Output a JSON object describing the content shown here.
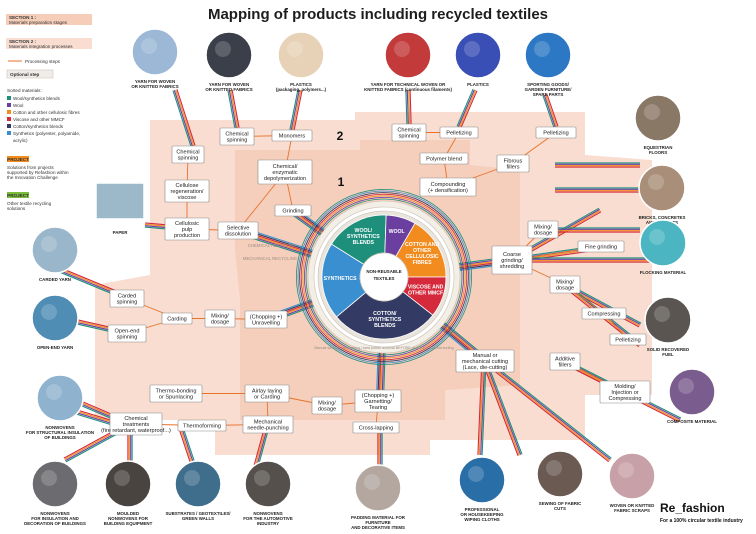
{
  "title": "Mapping of products including recycled textiles",
  "colors": {
    "wool_synth": "#1e8f7b",
    "wool": "#6b3fa0",
    "cotton": "#f28c1f",
    "viscose": "#d42a3c",
    "cotton_synth": "#333a63",
    "synthetics": "#3a8fd0",
    "section1": "#f5cdb8",
    "section2": "#f8ddd0",
    "project": "#f28c1f",
    "other_project": "#7bbd3b",
    "arrow": "#e8722a"
  },
  "legend": {
    "section1_label": "SECTION 1 :",
    "section1_text": "Materials preparation stages",
    "section2_label": "SECTION 2 :",
    "section2_text": "Materials integration processes",
    "processing_steps": "Processing steps",
    "optional_step": "Optional step",
    "sorted_materials": "Sorted materials:",
    "materials": [
      {
        "label": "Wool/synthetics blends",
        "color": "#1e8f7b"
      },
      {
        "label": "Wool",
        "color": "#6b3fa0"
      },
      {
        "label": "Cotton and other cellulosic fibres",
        "color": "#f28c1f"
      },
      {
        "label": "Viscose and other MMCF",
        "color": "#d42a3c"
      },
      {
        "label": "Cotton/synthetics blends",
        "color": "#333a63"
      },
      {
        "label": "Synthetics (polyester, polyamide,",
        "color": "#3a8fd0"
      },
      {
        "label": "acrylic)",
        "color": ""
      }
    ],
    "project_tag": "PROJECT",
    "project_lines": [
      "Solutions from projects",
      "supported by Refashion within",
      "the Innovation Challenge"
    ],
    "other_project_tag": "PROJECT",
    "other_project_lines": [
      "Other textile recycling",
      "solutions"
    ]
  },
  "wheel": {
    "center": "NON-REUSABLE TEXTILES",
    "segments": [
      {
        "label": "WOOL/ SYNTHETICS BLENDS",
        "color": "#1e8f7b"
      },
      {
        "label": "WOOL",
        "color": "#6b3fa0"
      },
      {
        "label": "COTTON AND OTHER CELLULOSIC FIBRES",
        "color": "#f28c1f"
      },
      {
        "label": "VISCOSE AND OTHER MMCF",
        "color": "#d42a3c"
      },
      {
        "label": "COTTON/ SYNTHETICS BLENDS",
        "color": "#333a63"
      },
      {
        "label": "SYNTHETICS",
        "color": "#3a8fd0"
      }
    ],
    "section1_num": "1",
    "section2_num": "2",
    "zone_chemical": "CHEMICAL RECYCLING",
    "zone_mechanical": "MECHANICAL RECYCLING"
  },
  "steps": [
    {
      "id": "chem_spin_l",
      "lines": [
        "Chemical",
        "spinning"
      ]
    },
    {
      "id": "cell_regen",
      "lines": [
        "Cellulose",
        "regeneration/",
        "viscose"
      ]
    },
    {
      "id": "cell_pulp",
      "lines": [
        "Cellulosic",
        "pulp",
        "production"
      ]
    },
    {
      "id": "chem_spin_m",
      "lines": [
        "Chemical",
        "spinning"
      ]
    },
    {
      "id": "monomers",
      "lines": [
        "Monomers"
      ]
    },
    {
      "id": "chem_enz",
      "lines": [
        "Chemical/",
        "enzymatic",
        "depolymerization"
      ]
    },
    {
      "id": "grinding",
      "lines": [
        "Grinding"
      ]
    },
    {
      "id": "sel_diss",
      "lines": [
        "Selective",
        "dissolution"
      ]
    },
    {
      "id": "chem_spin_r",
      "lines": [
        "Chemical",
        "spinning"
      ]
    },
    {
      "id": "pellet_t",
      "lines": [
        "Pelletizing"
      ]
    },
    {
      "id": "polymer",
      "lines": [
        "Polymer blend"
      ]
    },
    {
      "id": "compound",
      "lines": [
        "Compounding",
        "(+ densification)"
      ]
    },
    {
      "id": "fibrous",
      "lines": [
        "Fibrous",
        "fillers"
      ]
    },
    {
      "id": "pellet_tr",
      "lines": [
        "Pelletizing"
      ]
    },
    {
      "id": "mixing_r",
      "lines": [
        "Mixing/",
        "dosage"
      ]
    },
    {
      "id": "fine_grind",
      "lines": [
        "Fine grinding"
      ]
    },
    {
      "id": "coarse",
      "lines": [
        "Coarse",
        "grinding/",
        "shredding"
      ]
    },
    {
      "id": "mixing_r2",
      "lines": [
        "Mixing/",
        "dosage"
      ]
    },
    {
      "id": "compress",
      "lines": [
        "Compressing"
      ]
    },
    {
      "id": "pellet_r",
      "lines": [
        "Pelletizing"
      ]
    },
    {
      "id": "additive",
      "lines": [
        "Additive",
        "fillers"
      ]
    },
    {
      "id": "molding",
      "lines": [
        "Molding/",
        "Injection or",
        "Compressing"
      ]
    },
    {
      "id": "manual",
      "lines": [
        "Manual or",
        "mechanical cutting"
      ],
      "note": "(Lace, die-cutting)"
    },
    {
      "id": "carded_spin",
      "lines": [
        "Carded",
        "spinning"
      ]
    },
    {
      "id": "carding",
      "lines": [
        "Carding"
      ]
    },
    {
      "id": "mixing_l",
      "lines": [
        "Mixing/",
        "dosage"
      ]
    },
    {
      "id": "chop_unr",
      "lines": [
        "(Chopping +)",
        "Unravelling"
      ]
    },
    {
      "id": "openend",
      "lines": [
        "Open-end",
        "spinning"
      ]
    },
    {
      "id": "thermo_bond",
      "lines": [
        "Thermo-bonding",
        "or Spunlacing"
      ]
    },
    {
      "id": "airlay",
      "lines": [
        "Airlay laying",
        "or Carding"
      ]
    },
    {
      "id": "mixing_b",
      "lines": [
        "Mixing/",
        "dosage"
      ]
    },
    {
      "id": "chop_garn",
      "lines": [
        "(Chopping +)",
        "Garnetting/",
        "Tearing"
      ]
    },
    {
      "id": "chem_treat",
      "lines": [
        "Chemical",
        "treatments"
      ],
      "note": "(fire retardant, waterproof...)"
    },
    {
      "id": "thermoform",
      "lines": [
        "Thermoforming"
      ]
    },
    {
      "id": "mech_needle",
      "lines": [
        "Mechanical",
        "needle-punching"
      ]
    },
    {
      "id": "cross_lap",
      "lines": [
        "Cross-lapping"
      ]
    }
  ],
  "products": [
    {
      "id": "yarn_wk_l",
      "lines": [
        "YARN FOR WOVEN",
        "OR KNITTED FABRICS"
      ],
      "color": "#9cb8d6"
    },
    {
      "id": "yarn_wk_m",
      "lines": [
        "YARN FOR WOVEN",
        "OR KNITTED FABRICS"
      ],
      "color": "#3b3f4a"
    },
    {
      "id": "plastics_m",
      "lines": [
        "PLASTICS",
        "(packaging, polymers...)"
      ],
      "color": "#e7d2b8"
    },
    {
      "id": "yarn_tech",
      "lines": [
        "YARN FOR TECHNICAL WOVEN OR",
        "KNITTED FABRICS (continuous filaments)"
      ],
      "color": "#c23a3a"
    },
    {
      "id": "plastics_r",
      "lines": [
        "PLASTICS"
      ],
      "color": "#3a4fb5"
    },
    {
      "id": "sporting",
      "lines": [
        "SPORTING GOODS/",
        "GARDEN FURNITURE/",
        "SPARE PARTS"
      ],
      "color": "#2d78c4"
    },
    {
      "id": "equestrian",
      "lines": [
        "EQUESTRIAN",
        "FLOORS"
      ],
      "color": "#8a7867"
    },
    {
      "id": "bricks",
      "lines": [
        "BRICKS, CONCRETES",
        "AND CEMENTS"
      ],
      "color": "#a98f79"
    },
    {
      "id": "flocking",
      "lines": [
        "FLOCKING MATERIAL"
      ],
      "color": "#4bb6c2"
    },
    {
      "id": "srf",
      "lines": [
        "SOLID RECOVERED",
        "FUEL"
      ],
      "color": "#5a5550"
    },
    {
      "id": "composite",
      "lines": [
        "COMPOSITE MATERIAL"
      ],
      "color": "#7a5c8e"
    },
    {
      "id": "woven_scraps",
      "lines": [
        "WOVEN OR KNITTED",
        "FABRIC SCRAPS"
      ],
      "color": "#c8a0a8"
    },
    {
      "id": "sewing",
      "lines": [
        "SEWING OF FABRIC",
        "CUTS"
      ],
      "color": "#6a5a52"
    },
    {
      "id": "wiping",
      "lines": [
        "PROFESSIONAL",
        "OR HOUSEKEEPING",
        "WIPING CLOTHS"
      ],
      "color": "#2a6ea8"
    },
    {
      "id": "padding",
      "lines": [
        "PADDING MATERIAL FOR",
        "FURNITURE",
        "AND DECORATIVE ITEMS"
      ],
      "color": "#b3a7a0"
    },
    {
      "id": "nw_auto",
      "lines": [
        "NONWOVENS",
        "FOR THE AUTOMOTIVE",
        "INDUSTRY"
      ],
      "color": "#55504c"
    },
    {
      "id": "substrates",
      "lines": [
        "SUBSTRATES / GEOTEXTILES/",
        "GREEN WALLS"
      ],
      "color": "#3f6e8c"
    },
    {
      "id": "moulded",
      "lines": [
        "MOULDED",
        "NONWOVENS FOR",
        "BUILDING EQUIPMENT"
      ],
      "color": "#4a4441"
    },
    {
      "id": "nw_insul",
      "lines": [
        "NONWOVENS",
        "FOR INSULATION AND",
        "DECORATION OF BUILDINGS"
      ],
      "color": "#6c6c70"
    },
    {
      "id": "nw_struct",
      "lines": [
        "NONWOVENS",
        "FOR STRUCTURAL INSULATION",
        "OF BUILDINGS"
      ],
      "color": "#8fb2cf"
    },
    {
      "id": "openend_yarn",
      "lines": [
        "OPEN-END YARN"
      ],
      "color": "#4f8db5"
    },
    {
      "id": "carded_yarn",
      "lines": [
        "CARDED YARN"
      ],
      "color": "#9ab6cb"
    },
    {
      "id": "paper",
      "lines": [
        "PAPER"
      ],
      "color": "#9bb9c8"
    }
  ],
  "inset_labels": {
    "optional_steps": "Manual sorting / dismantling / hard points removal BEFORE or AFTER material sorting"
  },
  "brand": {
    "name": "Re_fashion",
    "tagline": "For a 100% circular textile industry"
  }
}
